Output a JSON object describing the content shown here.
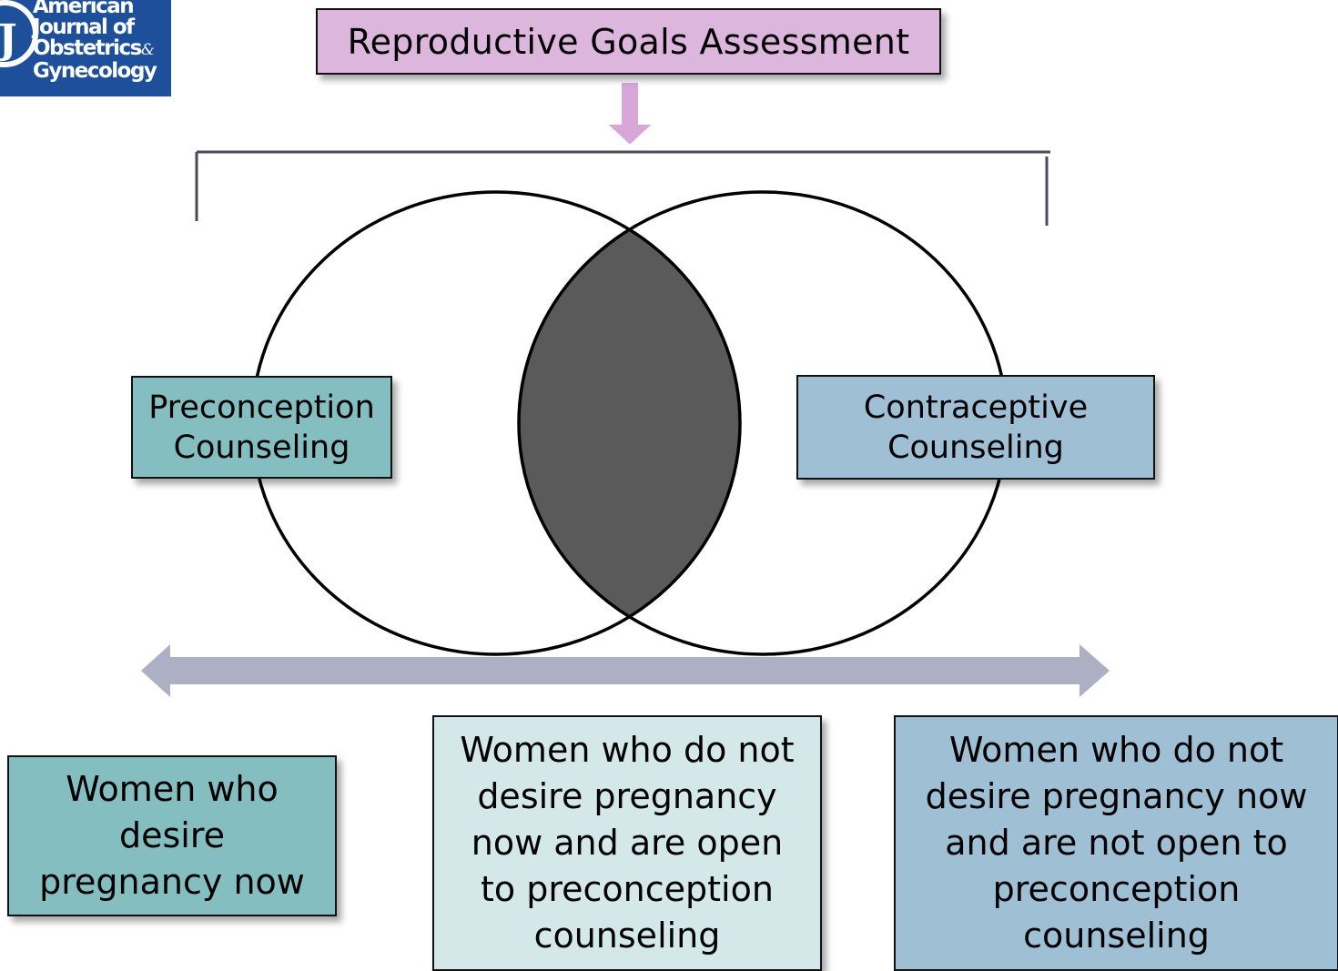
{
  "logo": {
    "lines": [
      "American",
      "Journal of",
      "Obstetrics",
      "Gynecology"
    ],
    "ampersand": "&",
    "letter": "J"
  },
  "diagram": {
    "title": "Reproductive Goals Assessment",
    "left_circle_label": "Preconception\nCounseling",
    "right_circle_label": "Contraceptive\nCounseling",
    "bottom_boxes": [
      {
        "text": "Women who\ndesire\npregnancy now"
      },
      {
        "text": "Women who do not\ndesire pregnancy\nnow and are open\nto preconception\ncounseling"
      },
      {
        "text": "Women who do not\ndesire pregnancy now\nand are not open to\npreconception\ncounseling"
      }
    ]
  },
  "colors": {
    "title_fill": "#dcb6dc",
    "down_arrow": "#d9a6d9",
    "bracket": "#4a4a5a",
    "overlap_fill": "#5a5a5a",
    "double_arrow": "#adb0c4",
    "preconception_fill": "#84bec0",
    "contraceptive_fill": "#9fbfd4",
    "open_box_fill": "#d4e8ea"
  }
}
